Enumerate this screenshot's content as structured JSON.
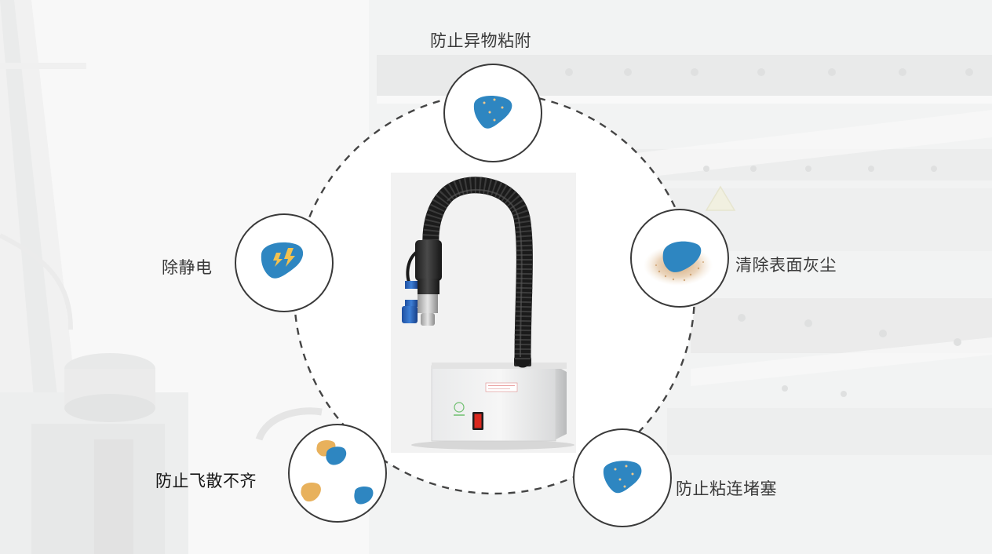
{
  "colors": {
    "accent_blue": "#2e86c1",
    "accent_gold": "#e8b15c",
    "dust_tan": "#d8b48a",
    "switch_red": "#d9281e",
    "circle_border": "#3a3a3a",
    "text_gray": "#3a3a3a"
  },
  "features": [
    {
      "id": "top",
      "label": "防止异物粘附",
      "icon": "blob-with-dots-icon"
    },
    {
      "id": "right",
      "label": "清除表面灰尘",
      "icon": "blob-with-dust-icon"
    },
    {
      "id": "bottom-right",
      "label": "防止粘连堵塞",
      "icon": "blob-with-dots-icon"
    },
    {
      "id": "bottom-left",
      "label": "防止飞散不齐",
      "icon": "scattered-blobs-icon"
    },
    {
      "id": "left",
      "label": "除静电",
      "icon": "blob-with-lightning-icon"
    }
  ],
  "product": {
    "icon": "ion-air-blower-device-icon"
  }
}
